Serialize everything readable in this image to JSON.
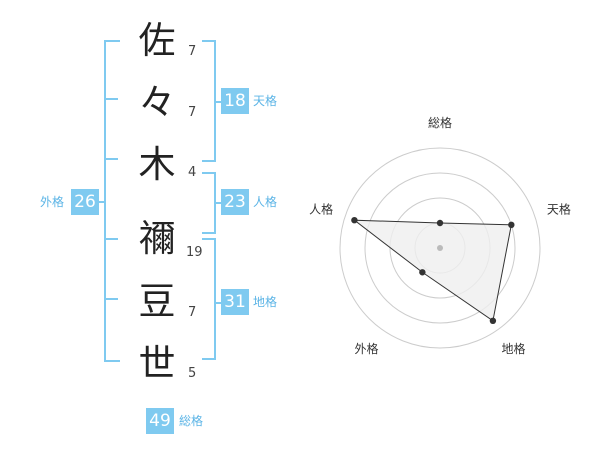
{
  "name_chars": [
    "佐",
    "々",
    "木",
    "禰",
    "豆",
    "世"
  ],
  "strokes": [
    "7",
    "7",
    "4",
    "19",
    "7",
    "5"
  ],
  "kakusu": {
    "tenkaku": {
      "value": "18",
      "label": "天格"
    },
    "jinkaku": {
      "value": "23",
      "label": "人格"
    },
    "chikaku": {
      "value": "31",
      "label": "地格"
    },
    "gaikaku": {
      "value": "26",
      "label": "外格"
    },
    "soukaku": {
      "value": "49",
      "label": "総格"
    }
  },
  "chart_data": {
    "type": "radar",
    "axes": [
      "総格",
      "天格",
      "地格",
      "外格",
      "人格"
    ],
    "values": [
      0.25,
      0.75,
      0.9,
      0.3,
      0.9
    ],
    "range": [
      0,
      1
    ],
    "rings": 4,
    "colors": {
      "stroke": "#333333",
      "fill": "#efefef",
      "grid": "#cccccc",
      "center": "#bbbbbb"
    }
  }
}
